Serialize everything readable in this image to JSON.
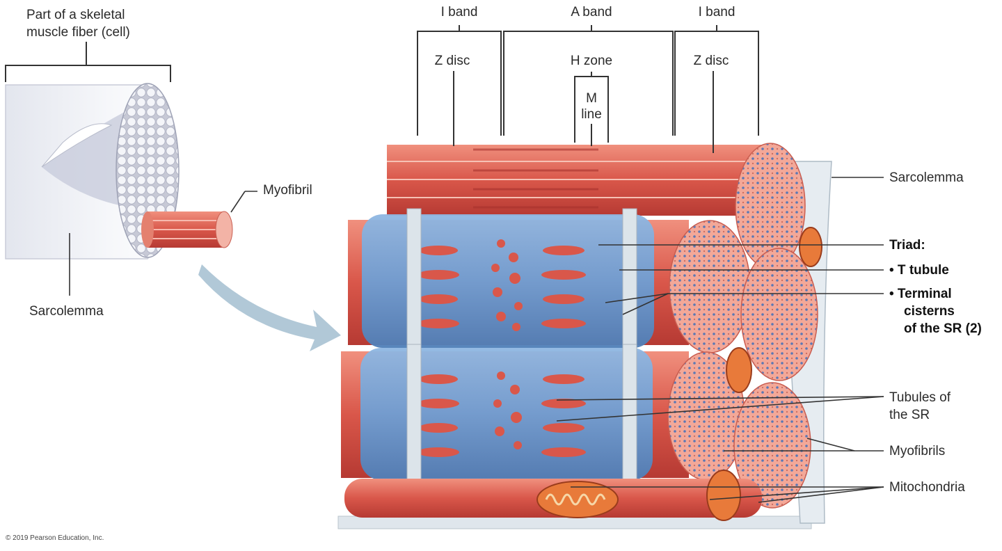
{
  "labels": {
    "fiber_title_line1": "Part of a skeletal",
    "fiber_title_line2": "muscle fiber (cell)",
    "myofibril": "Myofibril",
    "sarcolemma_left": "Sarcolemma",
    "i_band_left": "I band",
    "a_band": "A band",
    "i_band_right": "I band",
    "z_disc_left": "Z disc",
    "h_zone": "H zone",
    "m_line_1": "M",
    "m_line_2": "line",
    "z_disc_right": "Z disc",
    "sarcolemma_right": "Sarcolemma",
    "triad": "Triad:",
    "t_tubule": "• T tubule",
    "terminal_1": "• Terminal",
    "terminal_2": "cisterns",
    "terminal_3": "of the SR (2)",
    "tubules_1": "Tubules of",
    "tubules_2": "the SR",
    "myofibrils": "Myofibrils",
    "mitochondria": "Mitochondria"
  },
  "credit": "© 2019 Pearson Education, Inc.",
  "colors": {
    "muscle_red": "#d9574a",
    "muscle_light": "#f2a395",
    "sr_blue": "#6f9fd4",
    "sarcolemma_gray": "#e6ecf1",
    "leader_line": "#333333",
    "arrow": "#a9c2d3"
  }
}
